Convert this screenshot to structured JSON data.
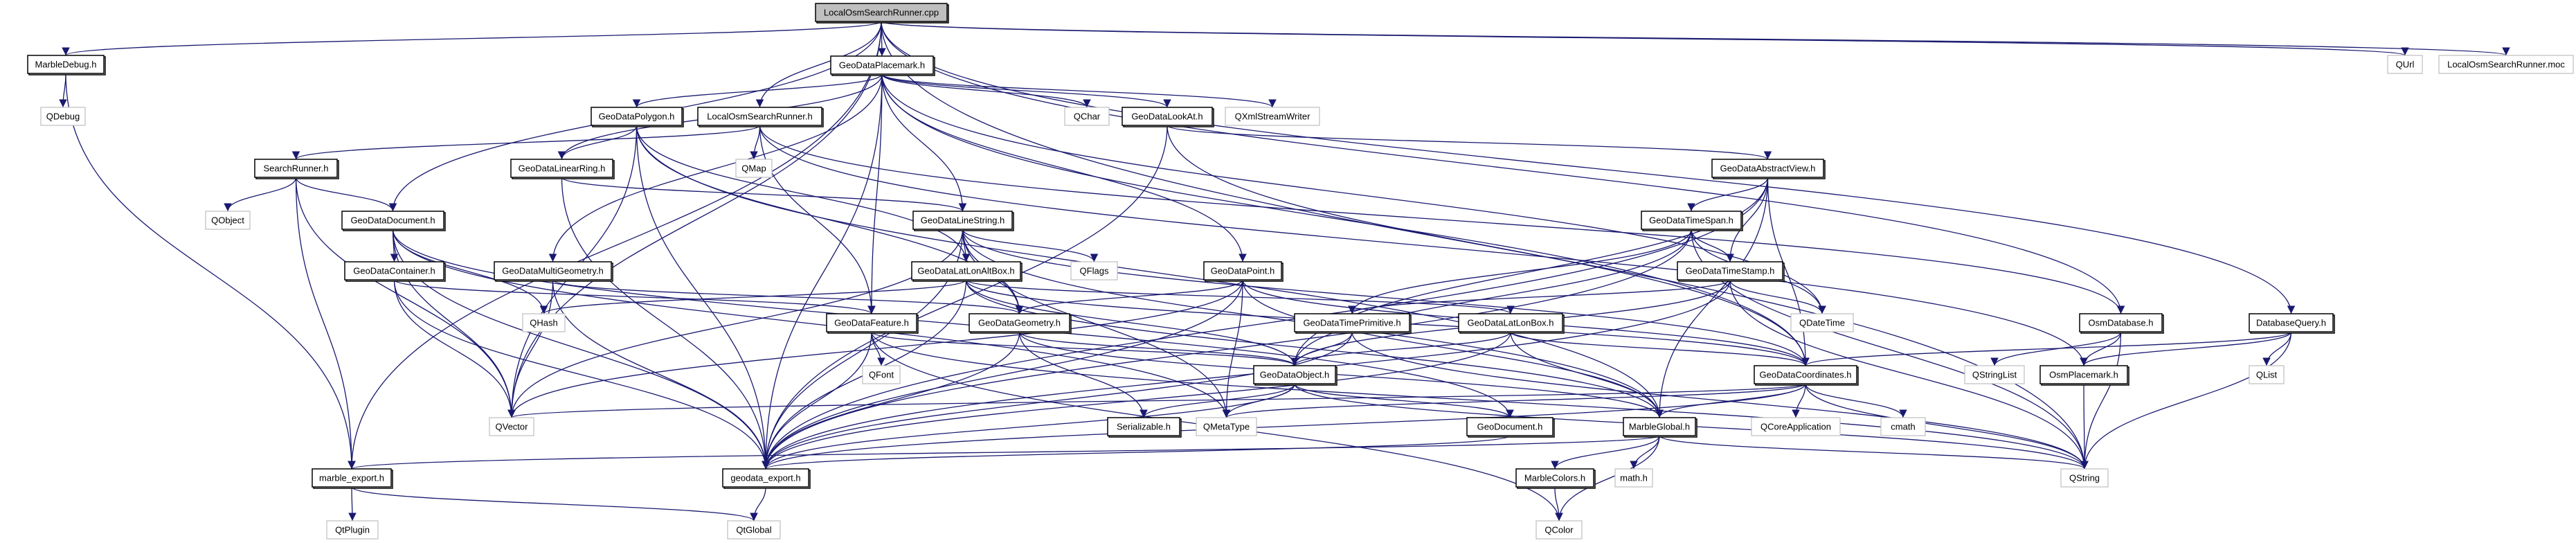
{
  "diagram": {
    "type": "include-dependency-graph",
    "root": "LocalOsmSearchRunner.cpp",
    "colors": {
      "edge": "#191970",
      "root_fill": "#bfbfbf",
      "internal_border": "#000000",
      "external_border": "#bfbfbf"
    },
    "nodes": [
      {
        "id": "root",
        "label": "LocalOsmSearchRunner.cpp",
        "kind": "root"
      },
      {
        "id": "MarbleDebug",
        "label": "MarbleDebug.h",
        "kind": "internal"
      },
      {
        "id": "GeoDataPlacemark",
        "label": "GeoDataPlacemark.h",
        "kind": "internal"
      },
      {
        "id": "QUrl",
        "label": "QUrl",
        "kind": "external"
      },
      {
        "id": "moc",
        "label": "LocalOsmSearchRunner.moc",
        "kind": "external"
      },
      {
        "id": "QDebug",
        "label": "QDebug",
        "kind": "external"
      },
      {
        "id": "GeoDataPolygon",
        "label": "GeoDataPolygon.h",
        "kind": "internal"
      },
      {
        "id": "LocalOsmSearchRunnerH",
        "label": "LocalOsmSearchRunner.h",
        "kind": "internal"
      },
      {
        "id": "QChar",
        "label": "QChar",
        "kind": "external"
      },
      {
        "id": "GeoDataLookAt",
        "label": "GeoDataLookAt.h",
        "kind": "internal"
      },
      {
        "id": "QXmlStreamWriter",
        "label": "QXmlStreamWriter",
        "kind": "external"
      },
      {
        "id": "SearchRunner",
        "label": "SearchRunner.h",
        "kind": "internal"
      },
      {
        "id": "GeoDataLinearRing",
        "label": "GeoDataLinearRing.h",
        "kind": "internal"
      },
      {
        "id": "QMap",
        "label": "QMap",
        "kind": "external"
      },
      {
        "id": "GeoDataAbstractView",
        "label": "GeoDataAbstractView.h",
        "kind": "internal"
      },
      {
        "id": "QObject",
        "label": "QObject",
        "kind": "external"
      },
      {
        "id": "GeoDataDocument",
        "label": "GeoDataDocument.h",
        "kind": "internal"
      },
      {
        "id": "GeoDataLineString",
        "label": "GeoDataLineString.h",
        "kind": "internal"
      },
      {
        "id": "GeoDataTimeSpan",
        "label": "GeoDataTimeSpan.h",
        "kind": "internal"
      },
      {
        "id": "GeoDataContainer",
        "label": "GeoDataContainer.h",
        "kind": "internal"
      },
      {
        "id": "GeoDataMultiGeometry",
        "label": "GeoDataMultiGeometry.h",
        "kind": "internal"
      },
      {
        "id": "GeoDataLatLonAltBox",
        "label": "GeoDataLatLonAltBox.h",
        "kind": "internal"
      },
      {
        "id": "QFlags",
        "label": "QFlags",
        "kind": "external"
      },
      {
        "id": "GeoDataPoint",
        "label": "GeoDataPoint.h",
        "kind": "internal"
      },
      {
        "id": "GeoDataTimeStamp",
        "label": "GeoDataTimeStamp.h",
        "kind": "internal"
      },
      {
        "id": "QHash",
        "label": "QHash",
        "kind": "external"
      },
      {
        "id": "GeoDataFeature",
        "label": "GeoDataFeature.h",
        "kind": "internal"
      },
      {
        "id": "GeoDataGeometry",
        "label": "GeoDataGeometry.h",
        "kind": "internal"
      },
      {
        "id": "GeoDataTimePrimitive",
        "label": "GeoDataTimePrimitive.h",
        "kind": "internal"
      },
      {
        "id": "GeoDataLatLonBox",
        "label": "GeoDataLatLonBox.h",
        "kind": "internal"
      },
      {
        "id": "QDateTime",
        "label": "QDateTime",
        "kind": "external"
      },
      {
        "id": "OsmDatabase",
        "label": "OsmDatabase.h",
        "kind": "internal"
      },
      {
        "id": "DatabaseQuery",
        "label": "DatabaseQuery.h",
        "kind": "internal"
      },
      {
        "id": "QFont",
        "label": "QFont",
        "kind": "external"
      },
      {
        "id": "GeoDataObject",
        "label": "GeoDataObject.h",
        "kind": "internal"
      },
      {
        "id": "GeoDataCoordinates",
        "label": "GeoDataCoordinates.h",
        "kind": "internal"
      },
      {
        "id": "QStringList",
        "label": "QStringList",
        "kind": "external"
      },
      {
        "id": "OsmPlacemark",
        "label": "OsmPlacemark.h",
        "kind": "internal"
      },
      {
        "id": "QList",
        "label": "QList",
        "kind": "external"
      },
      {
        "id": "QVector",
        "label": "QVector",
        "kind": "external"
      },
      {
        "id": "Serializable",
        "label": "Serializable.h",
        "kind": "internal"
      },
      {
        "id": "QMetaType",
        "label": "QMetaType",
        "kind": "external"
      },
      {
        "id": "GeoDocument",
        "label": "GeoDocument.h",
        "kind": "internal"
      },
      {
        "id": "MarbleGlobal",
        "label": "MarbleGlobal.h",
        "kind": "internal"
      },
      {
        "id": "QCoreApplication",
        "label": "QCoreApplication",
        "kind": "external"
      },
      {
        "id": "cmath",
        "label": "cmath",
        "kind": "external"
      },
      {
        "id": "marble_export",
        "label": "marble_export.h",
        "kind": "internal"
      },
      {
        "id": "geodata_export",
        "label": "geodata_export.h",
        "kind": "internal"
      },
      {
        "id": "MarbleColors",
        "label": "MarbleColors.h",
        "kind": "internal"
      },
      {
        "id": "mathh",
        "label": "math.h",
        "kind": "external"
      },
      {
        "id": "QString",
        "label": "QString",
        "kind": "external"
      },
      {
        "id": "QtPlugin",
        "label": "QtPlugin",
        "kind": "external"
      },
      {
        "id": "QtGlobal",
        "label": "QtGlobal",
        "kind": "external"
      },
      {
        "id": "QColor",
        "label": "QColor",
        "kind": "external"
      }
    ],
    "edges": [
      [
        "root",
        "MarbleDebug"
      ],
      [
        "root",
        "GeoDataPlacemark"
      ],
      [
        "root",
        "QUrl"
      ],
      [
        "root",
        "moc"
      ],
      [
        "root",
        "LocalOsmSearchRunnerH"
      ],
      [
        "root",
        "GeoDataDocument"
      ],
      [
        "root",
        "QVector"
      ],
      [
        "root",
        "DatabaseQuery"
      ],
      [
        "root",
        "OsmDatabase"
      ],
      [
        "root",
        "QString"
      ],
      [
        "root",
        "marble_export"
      ],
      [
        "MarbleDebug",
        "QDebug"
      ],
      [
        "MarbleDebug",
        "marble_export"
      ],
      [
        "GeoDataPlacemark",
        "GeoDataPolygon"
      ],
      [
        "GeoDataPlacemark",
        "QChar"
      ],
      [
        "GeoDataPlacemark",
        "GeoDataLookAt"
      ],
      [
        "GeoDataPlacemark",
        "QXmlStreamWriter"
      ],
      [
        "GeoDataPlacemark",
        "GeoDataLinearRing"
      ],
      [
        "GeoDataPlacemark",
        "GeoDataLineString"
      ],
      [
        "GeoDataPlacemark",
        "GeoDataPoint"
      ],
      [
        "GeoDataPlacemark",
        "GeoDataFeature"
      ],
      [
        "GeoDataPlacemark",
        "GeoDataMultiGeometry"
      ],
      [
        "GeoDataPlacemark",
        "QDateTime"
      ],
      [
        "GeoDataPlacemark",
        "geodata_export"
      ],
      [
        "GeoDataPlacemark",
        "GeoDataCoordinates"
      ],
      [
        "GeoDataPolygon",
        "GeoDataLinearRing"
      ],
      [
        "GeoDataPolygon",
        "GeoDataLatLonAltBox"
      ],
      [
        "GeoDataPolygon",
        "GeoDataGeometry"
      ],
      [
        "GeoDataPolygon",
        "QVector"
      ],
      [
        "GeoDataPolygon",
        "MarbleGlobal"
      ],
      [
        "GeoDataPolygon",
        "geodata_export"
      ],
      [
        "LocalOsmSearchRunnerH",
        "SearchRunner"
      ],
      [
        "LocalOsmSearchRunnerH",
        "QMap"
      ],
      [
        "LocalOsmSearchRunnerH",
        "OsmPlacemark"
      ],
      [
        "LocalOsmSearchRunnerH",
        "OsmDatabase"
      ],
      [
        "LocalOsmSearchRunnerH",
        "GeoDataFeature"
      ],
      [
        "GeoDataLookAt",
        "GeoDataAbstractView"
      ],
      [
        "GeoDataLookAt",
        "geodata_export"
      ],
      [
        "GeoDataLookAt",
        "GeoDataCoordinates"
      ],
      [
        "SearchRunner",
        "QObject"
      ],
      [
        "SearchRunner",
        "GeoDataDocument"
      ],
      [
        "SearchRunner",
        "QVector"
      ],
      [
        "SearchRunner",
        "marble_export"
      ],
      [
        "GeoDataLinearRing",
        "GeoDataLineString"
      ],
      [
        "GeoDataLinearRing",
        "geodata_export"
      ],
      [
        "GeoDataAbstractView",
        "GeoDataTimeSpan"
      ],
      [
        "GeoDataAbstractView",
        "GeoDataTimeStamp"
      ],
      [
        "GeoDataAbstractView",
        "GeoDataObject"
      ],
      [
        "GeoDataAbstractView",
        "GeoDataCoordinates"
      ],
      [
        "GeoDataAbstractView",
        "MarbleGlobal"
      ],
      [
        "GeoDataAbstractView",
        "geodata_export"
      ],
      [
        "GeoDataDocument",
        "GeoDataContainer"
      ],
      [
        "GeoDataDocument",
        "QHash"
      ],
      [
        "GeoDataDocument",
        "QVector"
      ],
      [
        "GeoDataDocument",
        "GeoDocument"
      ],
      [
        "GeoDataDocument",
        "QMetaType"
      ],
      [
        "GeoDataDocument",
        "geodata_export"
      ],
      [
        "GeoDataLineString",
        "GeoDataLatLonAltBox"
      ],
      [
        "GeoDataLineString",
        "QFlags"
      ],
      [
        "GeoDataLineString",
        "GeoDataGeometry"
      ],
      [
        "GeoDataLineString",
        "GeoDataCoordinates"
      ],
      [
        "GeoDataLineString",
        "MarbleGlobal"
      ],
      [
        "GeoDataLineString",
        "QVector"
      ],
      [
        "GeoDataLineString",
        "QMetaType"
      ],
      [
        "GeoDataLineString",
        "geodata_export"
      ],
      [
        "GeoDataTimeSpan",
        "GeoDataTimeStamp"
      ],
      [
        "GeoDataTimeSpan",
        "QDateTime"
      ],
      [
        "GeoDataTimeSpan",
        "GeoDataTimePrimitive"
      ],
      [
        "GeoDataTimeSpan",
        "GeoDataObject"
      ],
      [
        "GeoDataTimeSpan",
        "QString"
      ],
      [
        "GeoDataTimeSpan",
        "geodata_export"
      ],
      [
        "GeoDataContainer",
        "GeoDataFeature"
      ],
      [
        "GeoDataContainer",
        "QVector"
      ],
      [
        "GeoDataContainer",
        "geodata_export"
      ],
      [
        "GeoDataMultiGeometry",
        "GeoDataGeometry"
      ],
      [
        "GeoDataMultiGeometry",
        "QVector"
      ],
      [
        "GeoDataMultiGeometry",
        "geodata_export"
      ],
      [
        "GeoDataLatLonAltBox",
        "GeoDataLatLonBox"
      ],
      [
        "GeoDataLatLonAltBox",
        "GeoDataObject"
      ],
      [
        "GeoDataLatLonAltBox",
        "QHash"
      ],
      [
        "GeoDataLatLonAltBox",
        "MarbleGlobal"
      ],
      [
        "GeoDataLatLonAltBox",
        "geodata_export"
      ],
      [
        "GeoDataLatLonAltBox",
        "GeoDataCoordinates"
      ],
      [
        "GeoDataPoint",
        "GeoDataGeometry"
      ],
      [
        "GeoDataPoint",
        "GeoDataCoordinates"
      ],
      [
        "GeoDataPoint",
        "QMetaType"
      ],
      [
        "GeoDataPoint",
        "QVector"
      ],
      [
        "GeoDataPoint",
        "MarbleGlobal"
      ],
      [
        "GeoDataPoint",
        "geodata_export"
      ],
      [
        "GeoDataTimeStamp",
        "QDateTime"
      ],
      [
        "GeoDataTimeStamp",
        "GeoDataTimePrimitive"
      ],
      [
        "GeoDataTimeStamp",
        "GeoDataObject"
      ],
      [
        "GeoDataTimeStamp",
        "QString"
      ],
      [
        "GeoDataTimeStamp",
        "geodata_export"
      ],
      [
        "GeoDataFeature",
        "QFont"
      ],
      [
        "GeoDataFeature",
        "GeoDataObject"
      ],
      [
        "GeoDataFeature",
        "QColor"
      ],
      [
        "GeoDataFeature",
        "QString"
      ],
      [
        "GeoDataFeature",
        "geodata_export"
      ],
      [
        "GeoDataGeometry",
        "GeoDataObject"
      ],
      [
        "GeoDataGeometry",
        "MarbleGlobal"
      ],
      [
        "GeoDataGeometry",
        "Serializable"
      ],
      [
        "GeoDataGeometry",
        "geodata_export"
      ],
      [
        "GeoDataTimePrimitive",
        "GeoDataObject"
      ],
      [
        "GeoDataTimePrimitive",
        "QString"
      ],
      [
        "GeoDataTimePrimitive",
        "geodata_export"
      ],
      [
        "GeoDataLatLonBox",
        "GeoDataObject"
      ],
      [
        "GeoDataLatLonBox",
        "GeoDataCoordinates"
      ],
      [
        "GeoDataLatLonBox",
        "MarbleGlobal"
      ],
      [
        "GeoDataLatLonBox",
        "geodata_export"
      ],
      [
        "OsmDatabase",
        "OsmPlacemark"
      ],
      [
        "OsmDatabase",
        "QStringList"
      ],
      [
        "OsmDatabase",
        "QString"
      ],
      [
        "DatabaseQuery",
        "OsmPlacemark"
      ],
      [
        "DatabaseQuery",
        "QList"
      ],
      [
        "DatabaseQuery",
        "QString"
      ],
      [
        "DatabaseQuery",
        "GeoDataCoordinates"
      ],
      [
        "GeoDataObject",
        "Serializable"
      ],
      [
        "GeoDataObject",
        "QMetaType"
      ],
      [
        "GeoDataObject",
        "GeoDocument"
      ],
      [
        "GeoDataObject",
        "QString"
      ],
      [
        "GeoDataObject",
        "geodata_export"
      ],
      [
        "GeoDataCoordinates",
        "QVector"
      ],
      [
        "GeoDataCoordinates",
        "QMetaType"
      ],
      [
        "GeoDataCoordinates",
        "MarbleGlobal"
      ],
      [
        "GeoDataCoordinates",
        "QCoreApplication"
      ],
      [
        "GeoDataCoordinates",
        "cmath"
      ],
      [
        "GeoDataCoordinates",
        "QString"
      ],
      [
        "GeoDataCoordinates",
        "geodata_export"
      ],
      [
        "OsmPlacemark",
        "QString"
      ],
      [
        "GeoDocument",
        "geodata_export"
      ],
      [
        "MarbleGlobal",
        "MarbleColors"
      ],
      [
        "MarbleGlobal",
        "mathh"
      ],
      [
        "MarbleGlobal",
        "QColor"
      ],
      [
        "MarbleGlobal",
        "QString"
      ],
      [
        "MarbleGlobal",
        "marble_export"
      ],
      [
        "marble_export",
        "QtPlugin"
      ],
      [
        "marble_export",
        "QtGlobal"
      ],
      [
        "geodata_export",
        "QtGlobal"
      ],
      [
        "MarbleColors",
        "QColor"
      ]
    ]
  }
}
